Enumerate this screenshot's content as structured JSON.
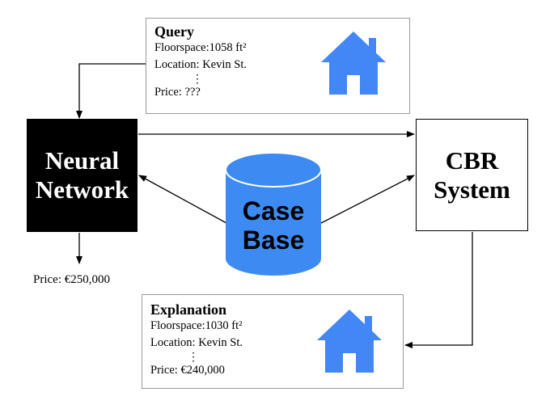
{
  "query": {
    "title": "Query",
    "floorspace": "Floorspace:1058 ft²",
    "location": "Location: Kevin St.",
    "ellipsis": "⋮",
    "price": "Price: ???",
    "icon": "house-icon"
  },
  "neural_network": {
    "line1": "Neural",
    "line2": "Network"
  },
  "case_base": {
    "line1": "Case",
    "line2": "Base"
  },
  "cbr_system": {
    "line1": "CBR",
    "line2": "System"
  },
  "nn_output": {
    "price": "Price: €250,000"
  },
  "explanation": {
    "title": "Explanation",
    "floorspace": "Floorspace:1030 ft²",
    "location": "Location: Kevin St.",
    "ellipsis": "⋮",
    "price": "Price: €240,000",
    "icon": "house-icon"
  },
  "colors": {
    "house": "#4287f5",
    "case_base": "#3d8bf2",
    "case_base_top": "#5aa1f7",
    "nn_fill": "#000000",
    "card_border": "#9a9a9a"
  }
}
